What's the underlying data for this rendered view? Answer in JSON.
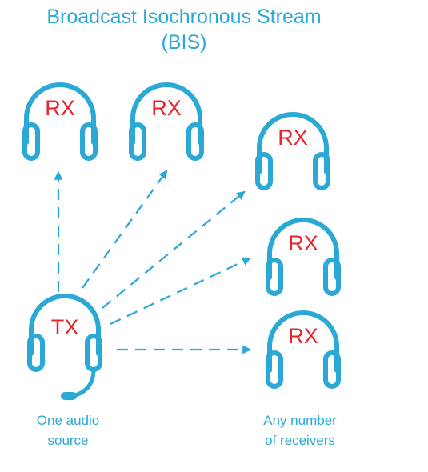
{
  "title": {
    "line1": "Broadcast Isochronous Stream",
    "line2": "(BIS)"
  },
  "transmitter": {
    "label": "TX",
    "caption_line1": "One audio",
    "caption_line2": "source"
  },
  "receivers": [
    {
      "label": "RX"
    },
    {
      "label": "RX"
    },
    {
      "label": "RX"
    },
    {
      "label": "RX"
    },
    {
      "label": "RX"
    }
  ],
  "receivers_caption": {
    "line1": "Any number",
    "line2": "of receivers"
  },
  "colors": {
    "accent": "#2aa8d6",
    "label": "#e8232a"
  },
  "icons": {
    "transmitter": "headset-with-microphone-icon",
    "receiver": "headphones-icon"
  }
}
